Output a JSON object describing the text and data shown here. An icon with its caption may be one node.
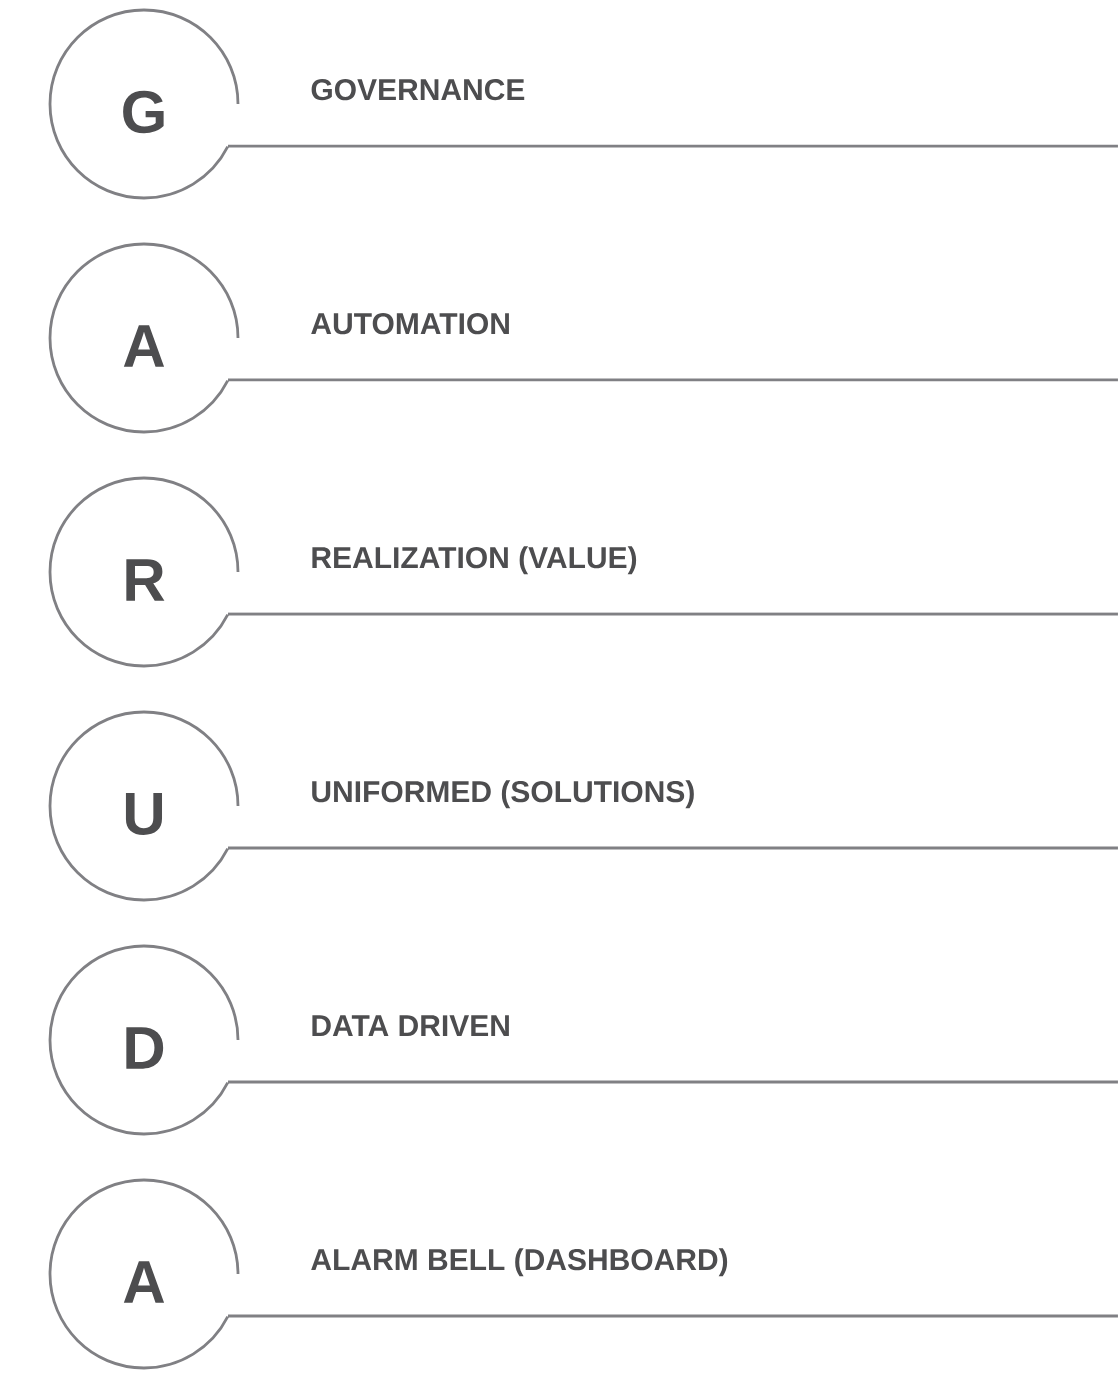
{
  "diagram": {
    "nodes": [
      {
        "text": [
          "G"
        ],
        "beside": [
          "GOVERNANCE"
        ]
      },
      {
        "text": [
          "A"
        ],
        "beside": [
          "AUTOMATION"
        ]
      },
      {
        "text": [
          "R"
        ],
        "beside": [
          "REALIZATION (VALUE)"
        ]
      },
      {
        "text": [
          "U"
        ],
        "beside": [
          "UNIFORMED (SOLUTIONS)"
        ]
      },
      {
        "text": [
          "D"
        ],
        "beside": [
          "DATA DRIVEN"
        ]
      },
      {
        "text": [
          "A"
        ],
        "beside": [
          "ALARM BELL (DASHBOARD)"
        ]
      }
    ]
  }
}
